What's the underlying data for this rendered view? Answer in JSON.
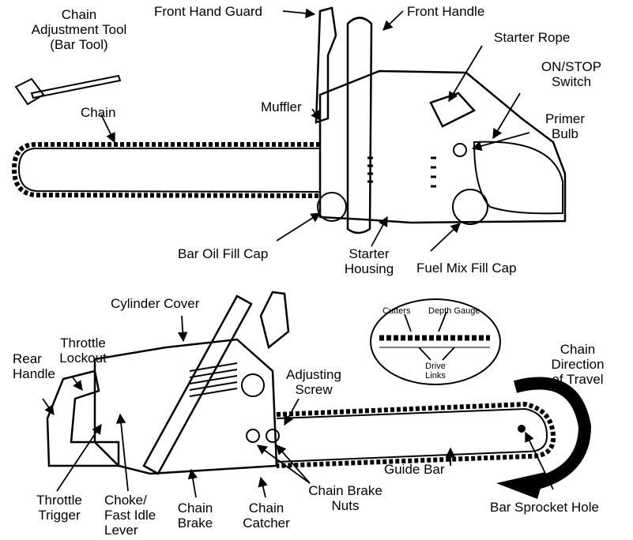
{
  "colors": {
    "ink": "#000000",
    "paper": "#ffffff"
  },
  "labels": {
    "front_hand_guard": "Front Hand Guard",
    "front_handle": "Front Handle",
    "chain_adjustment_tool": "Chain\nAdjustment Tool\n(Bar Tool)",
    "starter_rope": "Starter Rope",
    "on_stop_switch": "ON/STOP\nSwitch",
    "muffler": "Muffler",
    "chain": "Chain",
    "primer_bulb": "Primer\nBulb",
    "bar_oil_fill_cap": "Bar Oil Fill Cap",
    "starter_housing": "Starter\nHousing",
    "fuel_mix_fill_cap": "Fuel Mix Fill Cap",
    "cylinder_cover": "Cylinder Cover",
    "throttle_lockout": "Throttle\nLockout",
    "rear_handle": "Rear\nHandle",
    "adjusting_screw": "Adjusting\nScrew",
    "chain_direction_of_travel": "Chain\nDirection\nof Travel",
    "guide_bar": "Guide Bar",
    "throttle_trigger": "Throttle\nTrigger",
    "choke_fast_idle_lever": "Choke/\nFast Idle\nLever",
    "chain_brake": "Chain\nBrake",
    "chain_catcher": "Chain\nCatcher",
    "chain_brake_nuts": "Chain Brake\nNuts",
    "bar_sprocket_hole": "Bar Sprocket Hole"
  },
  "inset": {
    "cutters": "Cutters",
    "depth_gauge": "Depth Gauge",
    "drive_links": "Drive\nLinks"
  }
}
